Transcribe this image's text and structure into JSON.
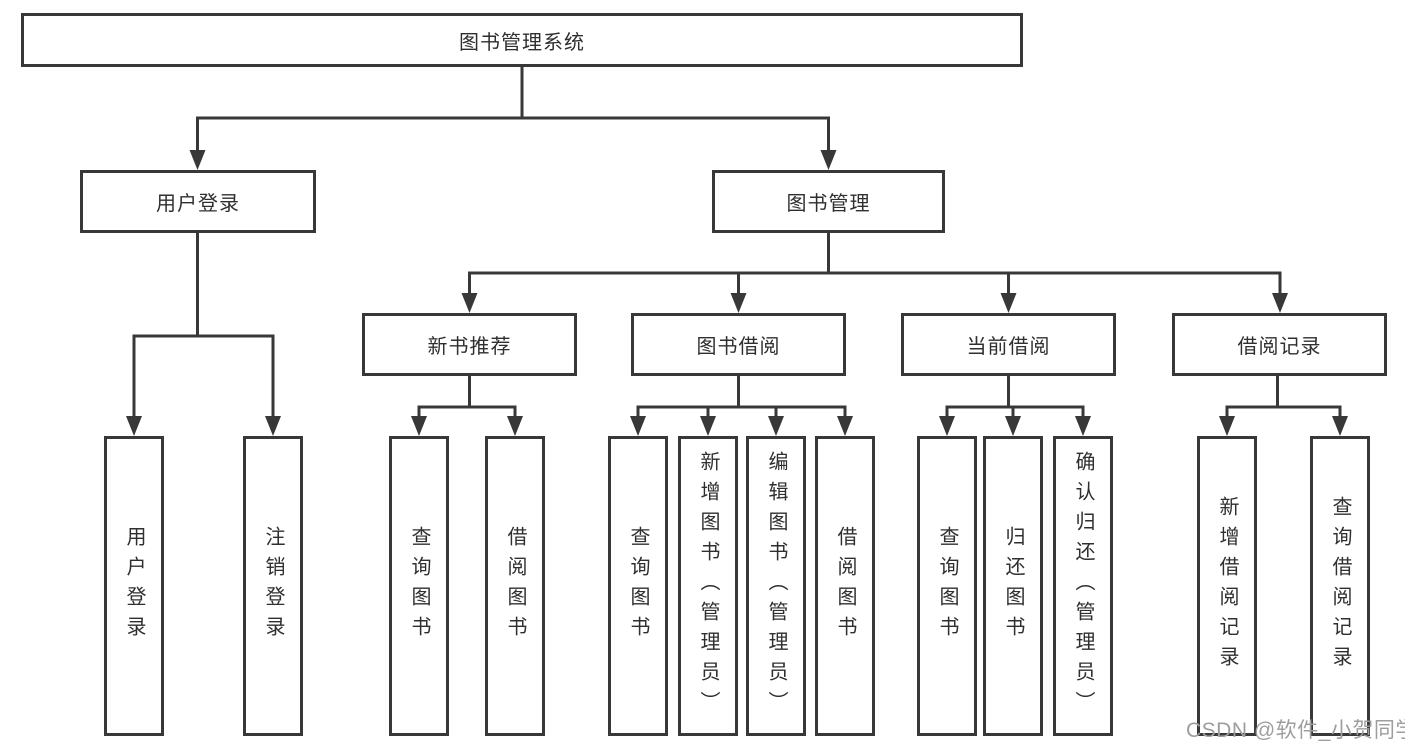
{
  "tree": {
    "label": "图书管理系统",
    "children": [
      {
        "label": "用户登录",
        "children": [
          {
            "label": "用户登录"
          },
          {
            "label": "注销登录"
          }
        ]
      },
      {
        "label": "图书管理",
        "children": [
          {
            "label": "新书推荐",
            "children": [
              {
                "label": "查询图书"
              },
              {
                "label": "借阅图书"
              }
            ]
          },
          {
            "label": "图书借阅",
            "children": [
              {
                "label": "查询图书"
              },
              {
                "label": "新增图书（管理员）"
              },
              {
                "label": "编辑图书（管理员）"
              },
              {
                "label": "借阅图书"
              }
            ]
          },
          {
            "label": "当前借阅",
            "children": [
              {
                "label": "查询图书"
              },
              {
                "label": "归还图书"
              },
              {
                "label": "确认归还（管理员）"
              }
            ]
          },
          {
            "label": "借阅记录",
            "children": [
              {
                "label": "新增借阅记录"
              },
              {
                "label": "查询借阅记录"
              }
            ]
          }
        ]
      }
    ]
  },
  "watermark": "CSDN @软件_小贺同学",
  "colors": {
    "line": "#383838",
    "text": "#2f2f2f",
    "watermark": "#9e9e9e",
    "background": "#ffffff"
  }
}
